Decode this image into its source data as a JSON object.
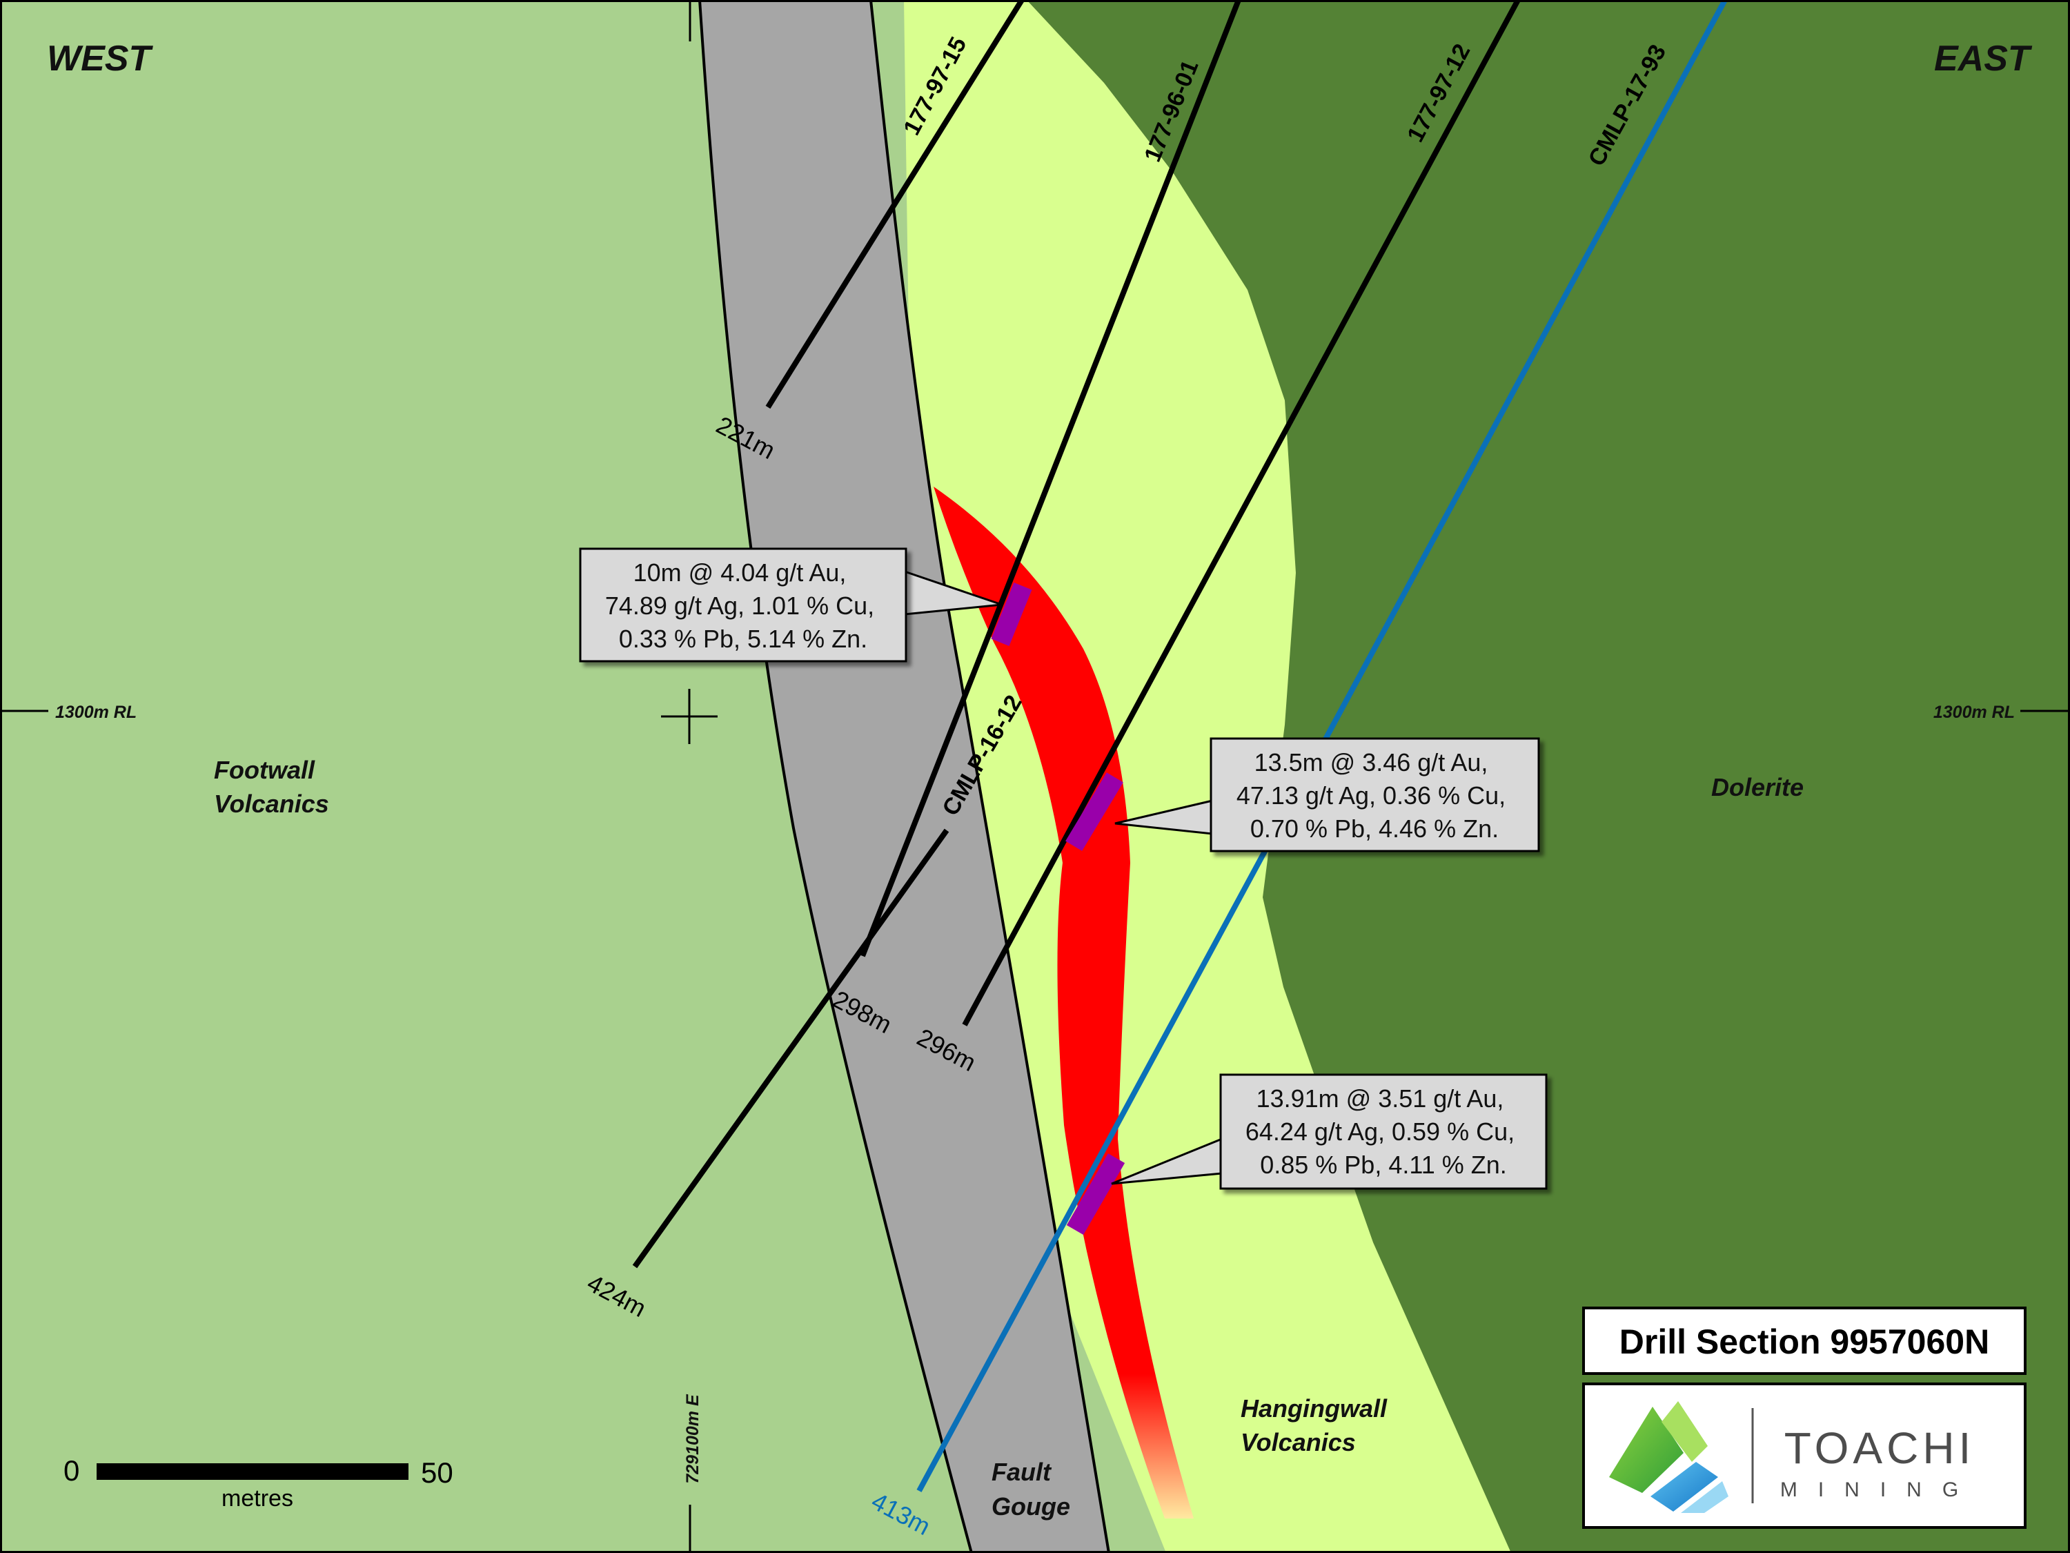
{
  "directions": {
    "west": "WEST",
    "east": "EAST"
  },
  "grid": {
    "rl_left": "1300m RL",
    "rl_right": "1300m RL",
    "easting": "729100m E"
  },
  "units": {
    "footwall_1": "Footwall",
    "footwall_2": "Volcanics",
    "dolerite": "Dolerite",
    "hangingwall_1": "Hangingwall",
    "hangingwall_2": "Volcanics",
    "fault_1": "Fault",
    "fault_2": "Gouge"
  },
  "holes": {
    "h1": "177-97-15",
    "h2": "177-96-01",
    "h3": "177-97-12",
    "h4": "CMLP-17-93",
    "h5": "CMLP-16-12"
  },
  "depths": {
    "d221": "221m",
    "d298": "298m",
    "d296": "296m",
    "d424": "424m",
    "d413": "413m"
  },
  "intercepts": {
    "i1": [
      "10m @ 4.04 g/t Au,",
      "74.89 g/t Ag, 1.01 % Cu,",
      "0.33 % Pb, 5.14 % Zn."
    ],
    "i2": [
      "13.5m @ 3.46 g/t Au,",
      "47.13 g/t Ag, 0.36 % Cu,",
      "0.70 % Pb, 4.46 % Zn."
    ],
    "i3": [
      "13.91m @ 3.51 g/t Au,",
      "64.24 g/t Ag, 0.59 % Cu,",
      "0.85 % Pb, 4.11 % Zn."
    ]
  },
  "scale": {
    "zero": "0",
    "max": "50",
    "unit": "metres"
  },
  "title": "Drill Section 9957060N",
  "logo": {
    "word1": "TOACHI",
    "word2": "MINING"
  },
  "colors": {
    "footwall": "#a9d18e",
    "hangingwall": "#d9ff8f",
    "dolerite": "#548235",
    "fault": "#a6a6a6",
    "ore": "#ff0000",
    "intercept": "#9900aa",
    "blue_hole": "#0a70b8"
  }
}
